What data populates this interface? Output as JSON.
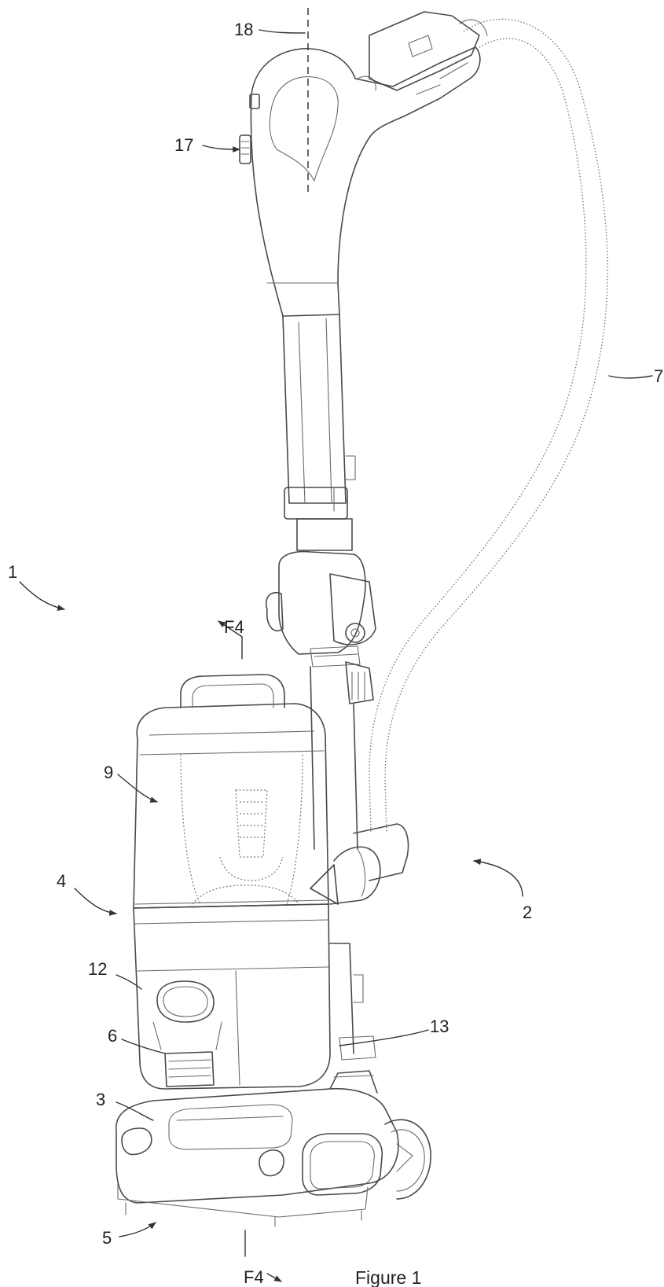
{
  "figure": {
    "caption": "Figure 1",
    "labels": {
      "l1": "1",
      "l2": "2",
      "l3": "3",
      "l4": "4",
      "l5": "5",
      "l6": "6",
      "l7": "7",
      "l9": "9",
      "l12": "12",
      "l13": "13",
      "l17": "17",
      "l18": "18",
      "f4_top": "F4",
      "f4_bottom": "F4"
    }
  }
}
